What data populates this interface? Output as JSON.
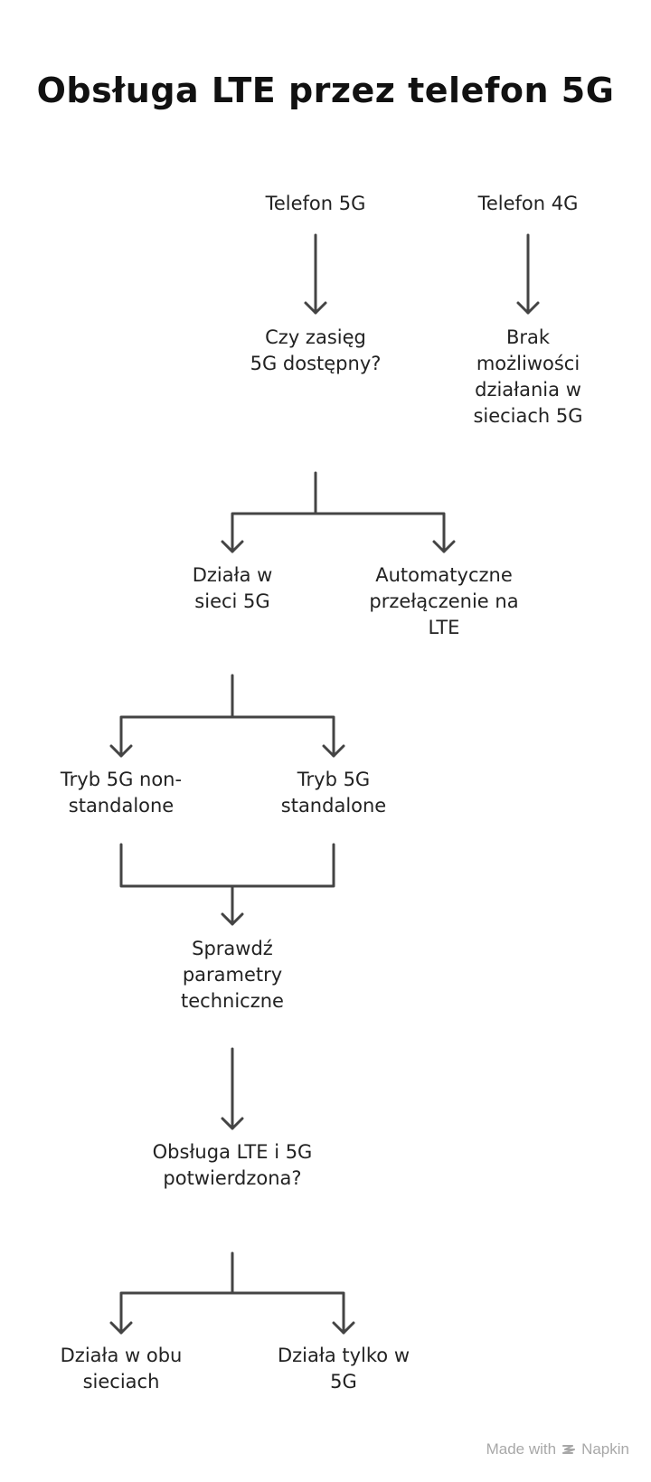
{
  "title": "Obsługa LTE przez telefon 5G",
  "nodes": {
    "phone_5g": "Telefon 5G",
    "phone_4g": "Telefon 4G",
    "coverage_question": "Czy zasięg\n5G dostępny?",
    "no_5g": "Brak\nmożliwości\ndziałania w\nsieciach 5G",
    "works_5g": "Działa w\nsieci 5G",
    "auto_switch": "Automatyczne\nprzełączenie na\nLTE",
    "nsa_mode": "Tryb 5G non-\nstandalone",
    "sa_mode": "Tryb 5G\nstandalone",
    "check_params": "Sprawdź\nparametry\ntechniczne",
    "support_question": "Obsługa LTE i 5G\npotwierdzona?",
    "works_both": "Działa w obu\nsieciach",
    "works_5g_only": "Działa tylko w\n5G"
  },
  "footer": {
    "made_with": "Made with",
    "brand": "Napkin"
  },
  "colors": {
    "connector": "#444444",
    "text": "#222222",
    "footer": "#a8a8a8"
  }
}
